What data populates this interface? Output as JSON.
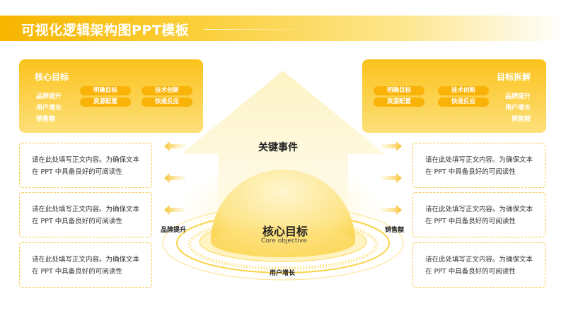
{
  "title": "可视化逻辑架构图PPT模板",
  "left_panel": {
    "title": "核心目标",
    "items": [
      "品牌提升",
      "用户增长",
      "销售额"
    ],
    "pills": [
      "明确目标",
      "技术创新",
      "资源配置",
      "快速反应"
    ]
  },
  "right_panel": {
    "title": "目标拆解",
    "items": [
      "品牌提升",
      "用户增长",
      "销售额"
    ],
    "pills": [
      "明确目标",
      "技术创新",
      "资源配置",
      "快速反应"
    ]
  },
  "text_boxes": {
    "left": [
      {
        "line1": "请在此处填写正文内容。为确保文本",
        "line2": "在 PPT 中具备良好的可阅读性"
      },
      {
        "line1": "请在此处填写正文内容。为确保文本",
        "line2": "在 PPT 中具备良好的可阅读性"
      },
      {
        "line1": "请在此处填写正文内容。为确保文本",
        "line2": "在 PPT 中具备良好的可阅读性"
      }
    ],
    "right": [
      {
        "line1": "请在此处填写正文内容。为确保文本",
        "line2": "在 PPT 中具备良好的可阅读性"
      },
      {
        "line1": "请在此处填写正文内容。为确保文本",
        "line2": "在 PPT 中具备良好的可阅读性"
      },
      {
        "line1": "请在此处填写正文内容。为确保文本",
        "line2": "在 PPT 中具备良好的可阅读性"
      }
    ]
  },
  "center": {
    "key_event": "关键事件",
    "core_title": "核心目标",
    "core_subtitle": "Core objective",
    "label_left": "品牌提升",
    "label_right": "销售额",
    "label_bottom": "用户增长"
  },
  "colors": {
    "accent": "#f7b500",
    "accent_light": "#fde58a",
    "pill": "#f9b208",
    "border": "#f8c74a"
  },
  "icons": {
    "arrow_left": "arrow-left-icon",
    "arrow_right": "arrow-right-icon"
  }
}
